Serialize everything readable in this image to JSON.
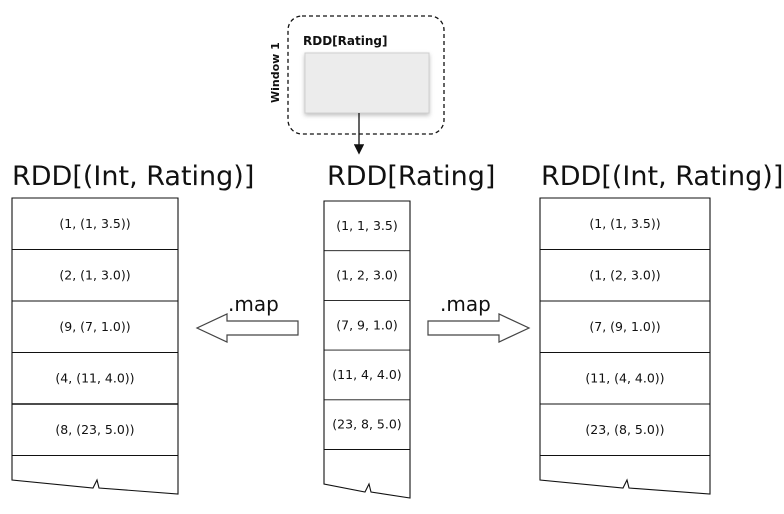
{
  "window": {
    "title": "RDD[Rating]",
    "label": "Window 1"
  },
  "left": {
    "title": "RDD[(Int, Rating)]",
    "rows": [
      "(1, (1, 3.5))",
      "(2, (1, 3.0))",
      "(9, (7, 1.0))",
      "(4, (11, 4.0))",
      "(8, (23, 5.0))",
      ""
    ]
  },
  "center": {
    "title": "RDD[Rating]",
    "rows": [
      "(1, 1, 3.5)",
      "(1, 2, 3.0)",
      "(7, 9, 1.0)",
      "(11, 4, 4.0)",
      "(23, 8, 5.0)",
      ""
    ]
  },
  "right": {
    "title": "RDD[(Int, Rating)]",
    "rows": [
      "(1, (1, 3.5))",
      "(1, (2, 3.0))",
      "(7, (9, 1.0))",
      "(11, (4, 4.0))",
      "(23, (8, 5.0))",
      ""
    ]
  },
  "arrows": {
    "left_label": ".map",
    "right_label": ".map"
  }
}
